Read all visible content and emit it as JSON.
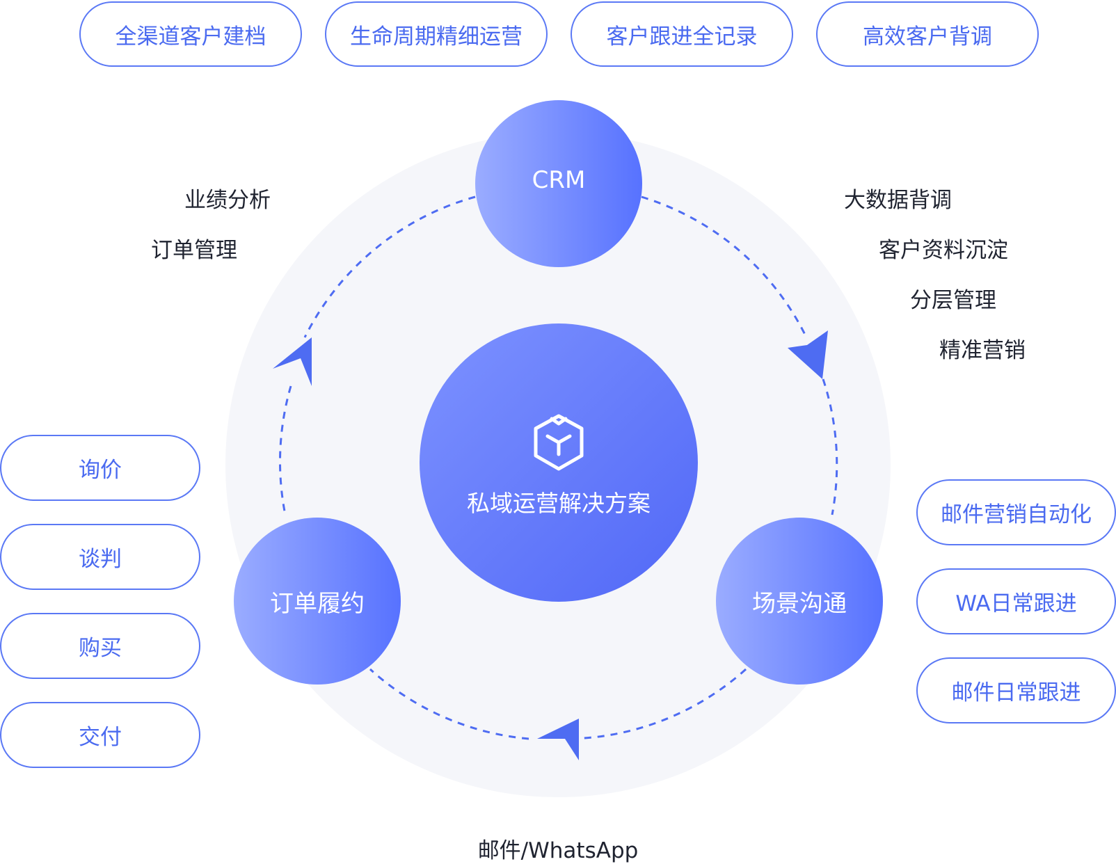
{
  "top_features": [
    "全渠道客户建档",
    "生命周期精细运营",
    "客户跟进全记录",
    "高效客户背调"
  ],
  "center": {
    "title": "私域运营解决方案",
    "icon": "cube-icon"
  },
  "nodes": {
    "crm": "CRM",
    "order": "订单履约",
    "comm": "场景沟通"
  },
  "crm_left_labels": [
    "业绩分析",
    "订单管理"
  ],
  "crm_right_labels": [
    "大数据背调",
    "客户资料沉淀",
    "分层管理",
    "精准营销"
  ],
  "order_stages": [
    "询价",
    "谈判",
    "购买",
    "交付"
  ],
  "comm_features": [
    "邮件营销自动化",
    "WA日常跟进",
    "邮件日常跟进"
  ],
  "bottom_label": "邮件/WhatsApp",
  "colors": {
    "accent": "#5772ff",
    "pill_border": "#5a78f5",
    "bg_circle": "#f5f6fa",
    "text": "#1f2330"
  }
}
